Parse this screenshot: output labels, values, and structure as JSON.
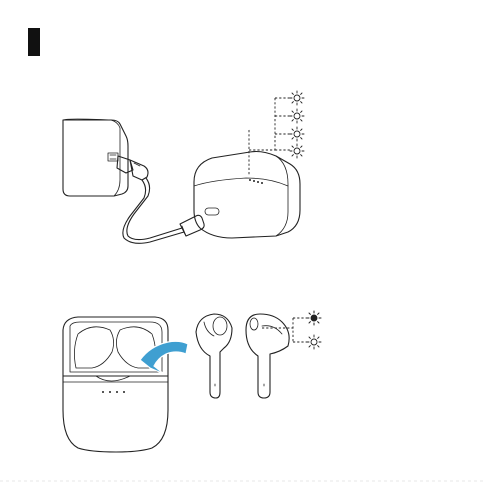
{
  "page": {
    "section_marker": "section-block-marker",
    "background": "#ffffff",
    "ink": "#222222",
    "accent": "#3f9fd1"
  },
  "step1": {
    "charger": "wall-charger",
    "cable": "usb-c-cable",
    "case": "charging-case-closed",
    "led_indicator": "four-led-battery-indicator",
    "led_levels": [
      "led-1",
      "led-2",
      "led-3",
      "led-4"
    ]
  },
  "step2": {
    "case": "charging-case-open",
    "action_arrow": "remove-earbuds-arrow",
    "earbuds": [
      "left-earbud",
      "right-earbud"
    ],
    "earbud_led_states": [
      "led-on",
      "led-blinking"
    ]
  }
}
